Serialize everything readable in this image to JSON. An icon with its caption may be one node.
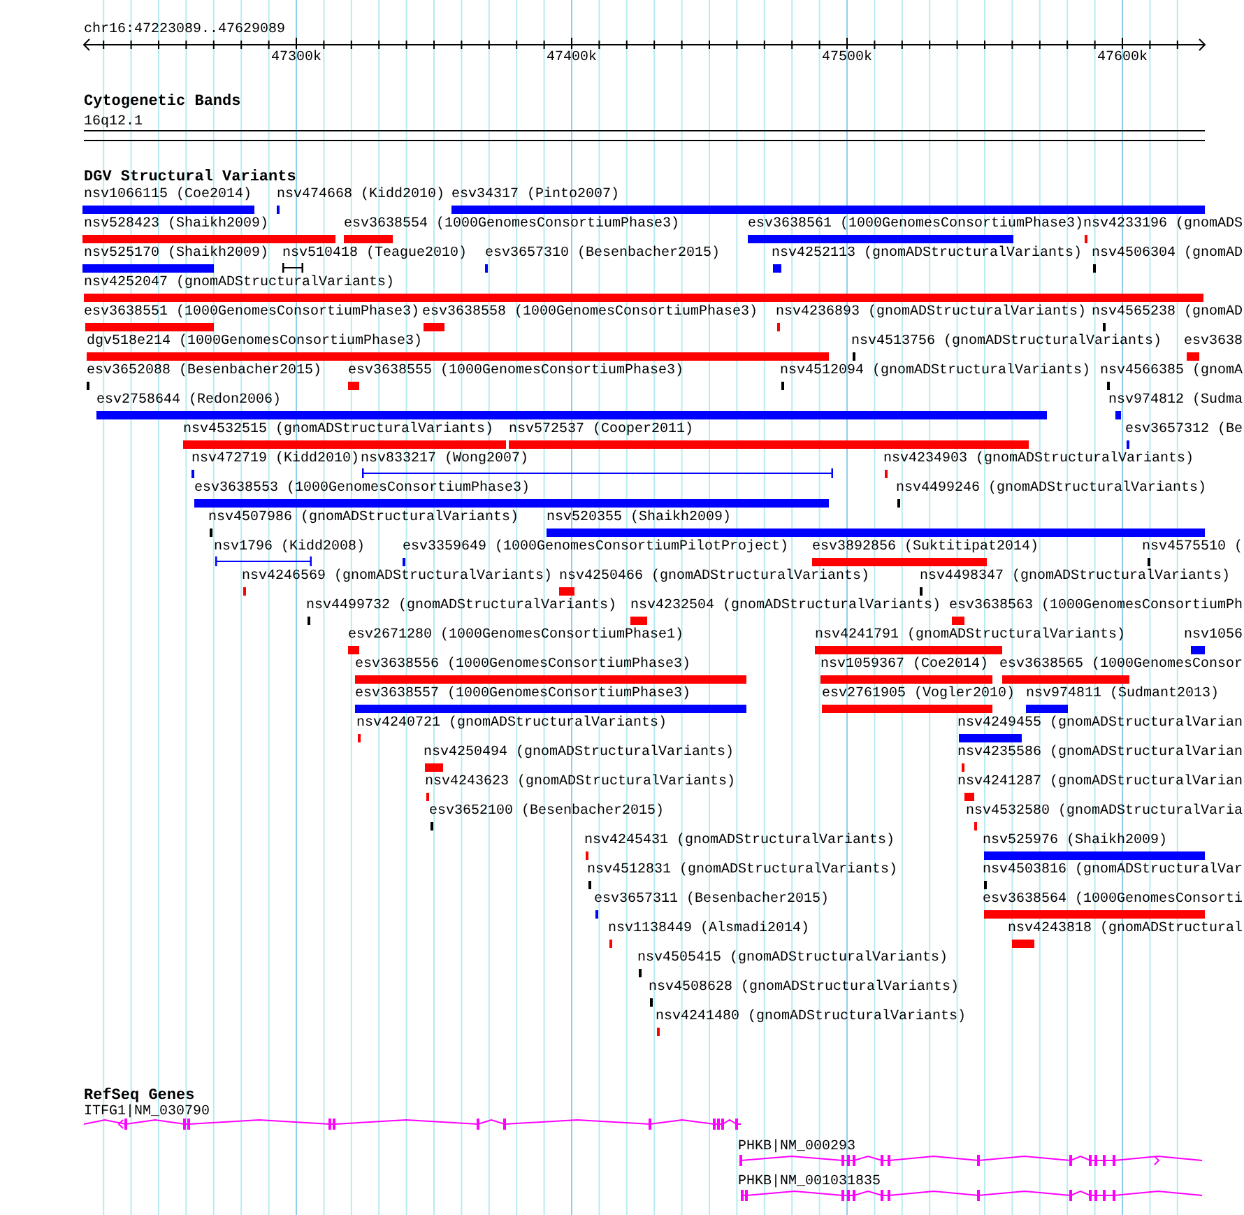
{
  "diagram": {
    "labels": [
      "chr16:47223089..47629089",
      "47300k",
      "47400k",
      "47500k",
      "47600k",
      "Cytogenetic Bands",
      "16q12.1",
      "DGV Structural Variants",
      "nsv1066115 (Coe2014)",
      "nsv474668 (Kidd2010)",
      "esv34317 (Pinto2007)",
      "nsv528423 (Shaikh2009)",
      "esv3638554 (1000GenomesConsortiumPhase3)",
      "esv3638561 (1000GenomesConsortiumPhase3)",
      "nsv4233196 (gnomADS",
      "nsv525170 (Shaikh2009)",
      "nsv510418 (Teague2010)",
      "esv3657310 (Besenbacher2015)",
      "nsv4252113 (gnomADStructuralVariants)",
      "nsv4506304 (gnomAD",
      "nsv4252047 (gnomADStructuralVariants)",
      "esv3638551 (1000GenomesConsortiumPhase3)",
      "esv3638558 (1000GenomesConsortiumPhase3)",
      "nsv4236893 (gnomADStructuralVariants)",
      "nsv4565238 (gnomAD",
      "dgv518e214 (1000GenomesConsortiumPhase3)",
      "nsv4513756 (gnomADStructuralVariants)",
      "esv3638",
      "esv3652088 (Besenbacher2015)",
      "esv3638555 (1000GenomesConsortiumPhase3)",
      "nsv4512094 (gnomADStructuralVariants)",
      "nsv4566385 (gnomA",
      "esv2758644 (Redon2006)",
      "nsv974812 (Sudma",
      "nsv4532515 (gnomADStructuralVariants)",
      "nsv572537 (Cooper2011)",
      "esv3657312 (Be",
      "nsv472719 (Kidd2010)",
      "nsv833217 (Wong2007)",
      "nsv4234903 (gnomADStructuralVariants)",
      "esv3638553 (1000GenomesConsortiumPhase3)",
      "nsv4499246 (gnomADStructuralVariants)",
      "nsv4507986 (gnomADStructuralVariants)",
      "nsv520355 (Shaikh2009)",
      "nsv1796 (Kidd2008)",
      "esv3359649 (1000GenomesConsortiumPilotProject)",
      "esv3892856 (Suktitipat2014)",
      "nsv4575510 (",
      "nsv4246569 (gnomADStructuralVariants)",
      "nsv4250466 (gnomADStructuralVariants)",
      "nsv4498347 (gnomADStructuralVariants)",
      "nsv4499732 (gnomADStructuralVariants)",
      "nsv4232504 (gnomADStructuralVariants)",
      "esv3638563 (1000GenomesConsortiumPh",
      "esv2671280 (1000GenomesConsortiumPhase1)",
      "nsv4241791 (gnomADStructuralVariants)",
      "nsv1056",
      "esv3638556 (1000GenomesConsortiumPhase3)",
      "nsv1059367 (Coe2014)",
      "esv3638565 (1000GenomesConsor",
      "esv3638557 (1000GenomesConsortiumPhase3)",
      "esv2761905 (Vogler2010)",
      "nsv974811 (Sudmant2013)",
      "nsv4240721 (gnomADStructuralVariants)",
      "nsv4249455 (gnomADStructuralVarian",
      "nsv4250494 (gnomADStructuralVariants)",
      "nsv4235586 (gnomADStructuralVarian",
      "nsv4243623 (gnomADStructuralVariants)",
      "nsv4241287 (gnomADStructuralVarian",
      "esv3652100 (Besenbacher2015)",
      "nsv4532580 (gnomADStructuralVaria",
      "nsv4245431 (gnomADStructuralVariants)",
      "nsv525976 (Shaikh2009)",
      "nsv4512831 (gnomADStructuralVariants)",
      "nsv4503816 (gnomADStructuralVar",
      "esv3657311 (Besenbacher2015)",
      "esv3638564 (1000GenomesConsorti",
      "nsv1138449 (Alsmadi2014)",
      "nsv4243818 (gnomADStructural",
      "nsv4505415 (gnomADStructuralVariants)",
      "nsv4508628 (gnomADStructuralVariants)",
      "nsv4241480 (gnomADStructuralVariants)",
      "RefSeq Genes",
      "ITFG1|NM_030790",
      "PHKB|NM_000293",
      "PHKB|NM_001031835"
    ]
  }
}
